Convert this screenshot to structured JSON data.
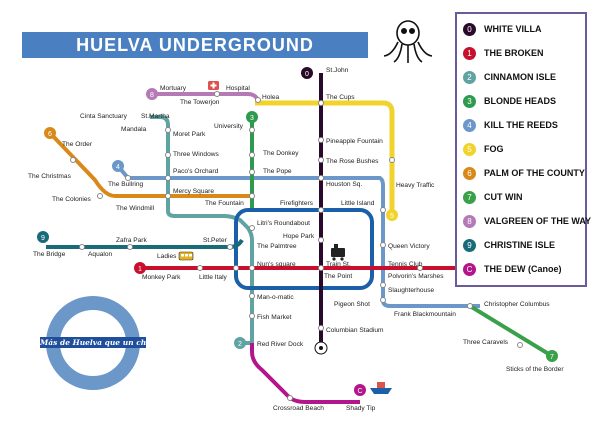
{
  "title": "HUELVA UNDERGROUND",
  "slogan": "Más de Huelva que un choco",
  "legend": [
    {
      "num": "0",
      "name": "WHITE VILLA",
      "color": "#2a0a2a"
    },
    {
      "num": "1",
      "name": "THE BROKEN",
      "color": "#c8102e"
    },
    {
      "num": "2",
      "name": "CINNAMON ISLE",
      "color": "#5fa3a3"
    },
    {
      "num": "3",
      "name": "BLONDE HEADS",
      "color": "#2e9a4e"
    },
    {
      "num": "4",
      "name": "KILL THE REEDS",
      "color": "#6c97c9"
    },
    {
      "num": "5",
      "name": "FOG",
      "color": "#f2d32c"
    },
    {
      "num": "6",
      "name": "PALM OF THE COUNTY",
      "color": "#d9891a"
    },
    {
      "num": "7",
      "name": "CUT WIN",
      "color": "#3aa04a"
    },
    {
      "num": "8",
      "name": "VALGREEN OF THE WAY",
      "color": "#b57ab5"
    },
    {
      "num": "9",
      "name": "CHRISTINE ISLE",
      "color": "#1a6b7a"
    },
    {
      "num": "C",
      "name": "THE DEW  (Canoe)",
      "color": "#b3168a"
    }
  ],
  "stations": {
    "st_john": "St.John",
    "the_cups": "The Cups",
    "mortuary": "Mortuary",
    "hospital": "Hospital",
    "the_towerjon": "The Towerjon",
    "holea": "Holea",
    "cinta_sanctuary": "Cinta Sanctuary",
    "st_martha": "St.Martha",
    "mandala": "Mandala",
    "moret_park": "Moret Park",
    "university": "University",
    "the_order": "The Order",
    "three_windows": "Three Windows",
    "the_donkey": "The Donkey",
    "pineapple_fountain": "Pineapple Fountain",
    "the_rose_bushes": "The Rose Bushes",
    "the_christmas": "The Christmas",
    "the_bullring": "The Bullring",
    "pacos_orchard": "Paco's Orchard",
    "the_pope": "The Pope",
    "houston_sq": "Houston Sq.",
    "heavy_traffic": "Heavy Traffic",
    "the_colonies": "The Colonies",
    "mercy_square": "Mercy Square",
    "the_windmill": "The Windmill",
    "the_fountain": "The Fountain",
    "firefighters": "Firefighters",
    "little_island": "Little Island",
    "litris_roundabout": "Litri's Roundabout",
    "hope_park": "Hope Park",
    "st_peter": "St.Peter",
    "zafra_park": "Zafra Park",
    "the_palmtree": "The Palmtree",
    "queen_victory": "Queen Victory",
    "the_bridge": "The Bridge",
    "aqualon": "Aqualon",
    "ladies": "Ladies",
    "train_st": "Train St.",
    "nuns_square": "Nun's square",
    "tennis_club": "Tennis Club",
    "monkey_park": "Monkey Park",
    "little_italy": "Little Italy",
    "the_point": "The Point",
    "polvorins_marshes": "Polvorin's Marshes",
    "slaughterhouse": "Slaughterhouse",
    "man_o_matic": "Man-o-matic",
    "pigeon_shot": "Pigeon Shot",
    "christopher_columbus": "Christopher Columbus",
    "frank_blackmountain": "Frank Blackmountain",
    "fish_market": "Fish Market",
    "columbian_stadium": "Columbian Stadium",
    "three_caravels": "Three Caravels",
    "red_river_dock": "Red River Dock",
    "sticks_of_the_border": "Sticks of the Border",
    "crossroad_beach": "Crossroad Beach",
    "shady_tip": "Shady Tip"
  }
}
